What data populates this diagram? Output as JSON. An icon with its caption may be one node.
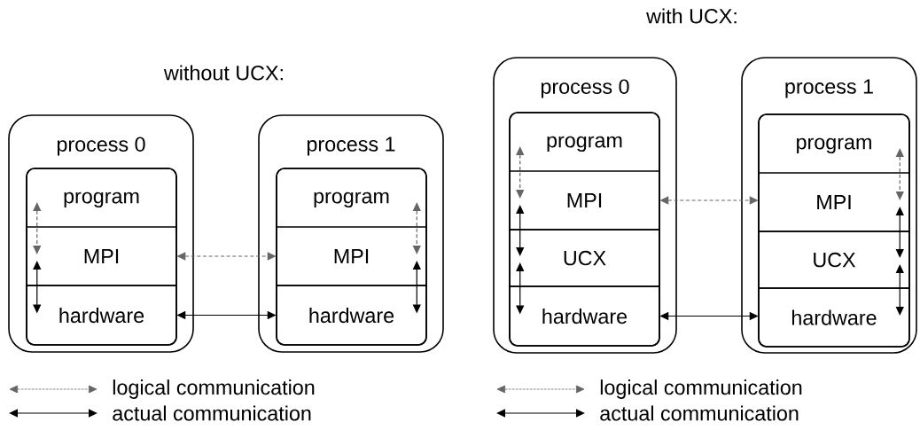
{
  "diagram": {
    "nodes": [
      {
        "text": [
          "process 0"
        ]
      },
      {
        "text": [],
        "shape": "box",
        "in": 0
      },
      {
        "text": [
          "program"
        ],
        "in": 1
      },
      {
        "text": [
          "MPI"
        ],
        "in": 1
      },
      {
        "text": [
          "hardware"
        ],
        "in": 1
      },
      {
        "text": [
          "process 1"
        ]
      },
      {
        "text": [],
        "shape": "box",
        "in": 5
      },
      {
        "text": [
          "program"
        ],
        "in": 6
      },
      {
        "text": [
          "MPI"
        ],
        "in": 6
      },
      {
        "text": [
          "hardware"
        ],
        "in": 6
      },
      {
        "text": [
          "process 0"
        ]
      },
      {
        "text": [],
        "shape": "box",
        "in": 10
      },
      {
        "text": [
          "program"
        ],
        "in": 11
      },
      {
        "text": [
          "MPI"
        ],
        "in": 11
      },
      {
        "text": [
          "UCX"
        ],
        "in": 11
      },
      {
        "text": [
          "hardware"
        ],
        "in": 11
      },
      {
        "text": [
          "process 1"
        ]
      },
      {
        "text": [],
        "shape": "box",
        "in": 16
      },
      {
        "text": [
          "program"
        ],
        "in": 17
      },
      {
        "text": [
          "MPI"
        ],
        "in": 17
      },
      {
        "text": [
          "UCX"
        ],
        "in": 17
      },
      {
        "text": [
          "hardware"
        ],
        "in": 17
      }
    ],
    "edges": [
      {
        "from": 2,
        "to": 3,
        "arrow": "both",
        "style": "dashed",
        "color": "#666666"
      },
      {
        "from": 3,
        "to": 4,
        "arrow": "both"
      },
      {
        "from": 7,
        "to": 8,
        "arrow": "both",
        "style": "dashed",
        "color": "#666666"
      },
      {
        "from": 8,
        "to": 9,
        "arrow": "both"
      },
      {
        "from": 3,
        "to": 8,
        "arrow": "both",
        "style": "dashed",
        "color": "#666666"
      },
      {
        "from": 4,
        "to": 9,
        "arrow": "both"
      },
      {
        "from": 12,
        "to": 13,
        "arrow": "both",
        "style": "dashed",
        "color": "#666666"
      },
      {
        "from": 13,
        "to": 14,
        "arrow": "both"
      },
      {
        "from": 14,
        "to": 15,
        "arrow": "both"
      },
      {
        "from": 18,
        "to": 19,
        "arrow": "both",
        "style": "dashed",
        "color": "#666666"
      },
      {
        "from": 19,
        "to": 20,
        "arrow": "both"
      },
      {
        "from": 20,
        "to": 21,
        "arrow": "both"
      },
      {
        "from": 13,
        "to": 19,
        "arrow": "both",
        "style": "dashed",
        "color": "#666666"
      },
      {
        "from": 15,
        "to": 21,
        "arrow": "both"
      }
    ],
    "labels": [
      "without UCX:",
      "with UCX:"
    ],
    "legend": [
      {
        "text": "logical communication"
      },
      {
        "text": "actual communication"
      },
      {
        "text": "logical communication"
      },
      {
        "text": "actual communication"
      }
    ]
  }
}
